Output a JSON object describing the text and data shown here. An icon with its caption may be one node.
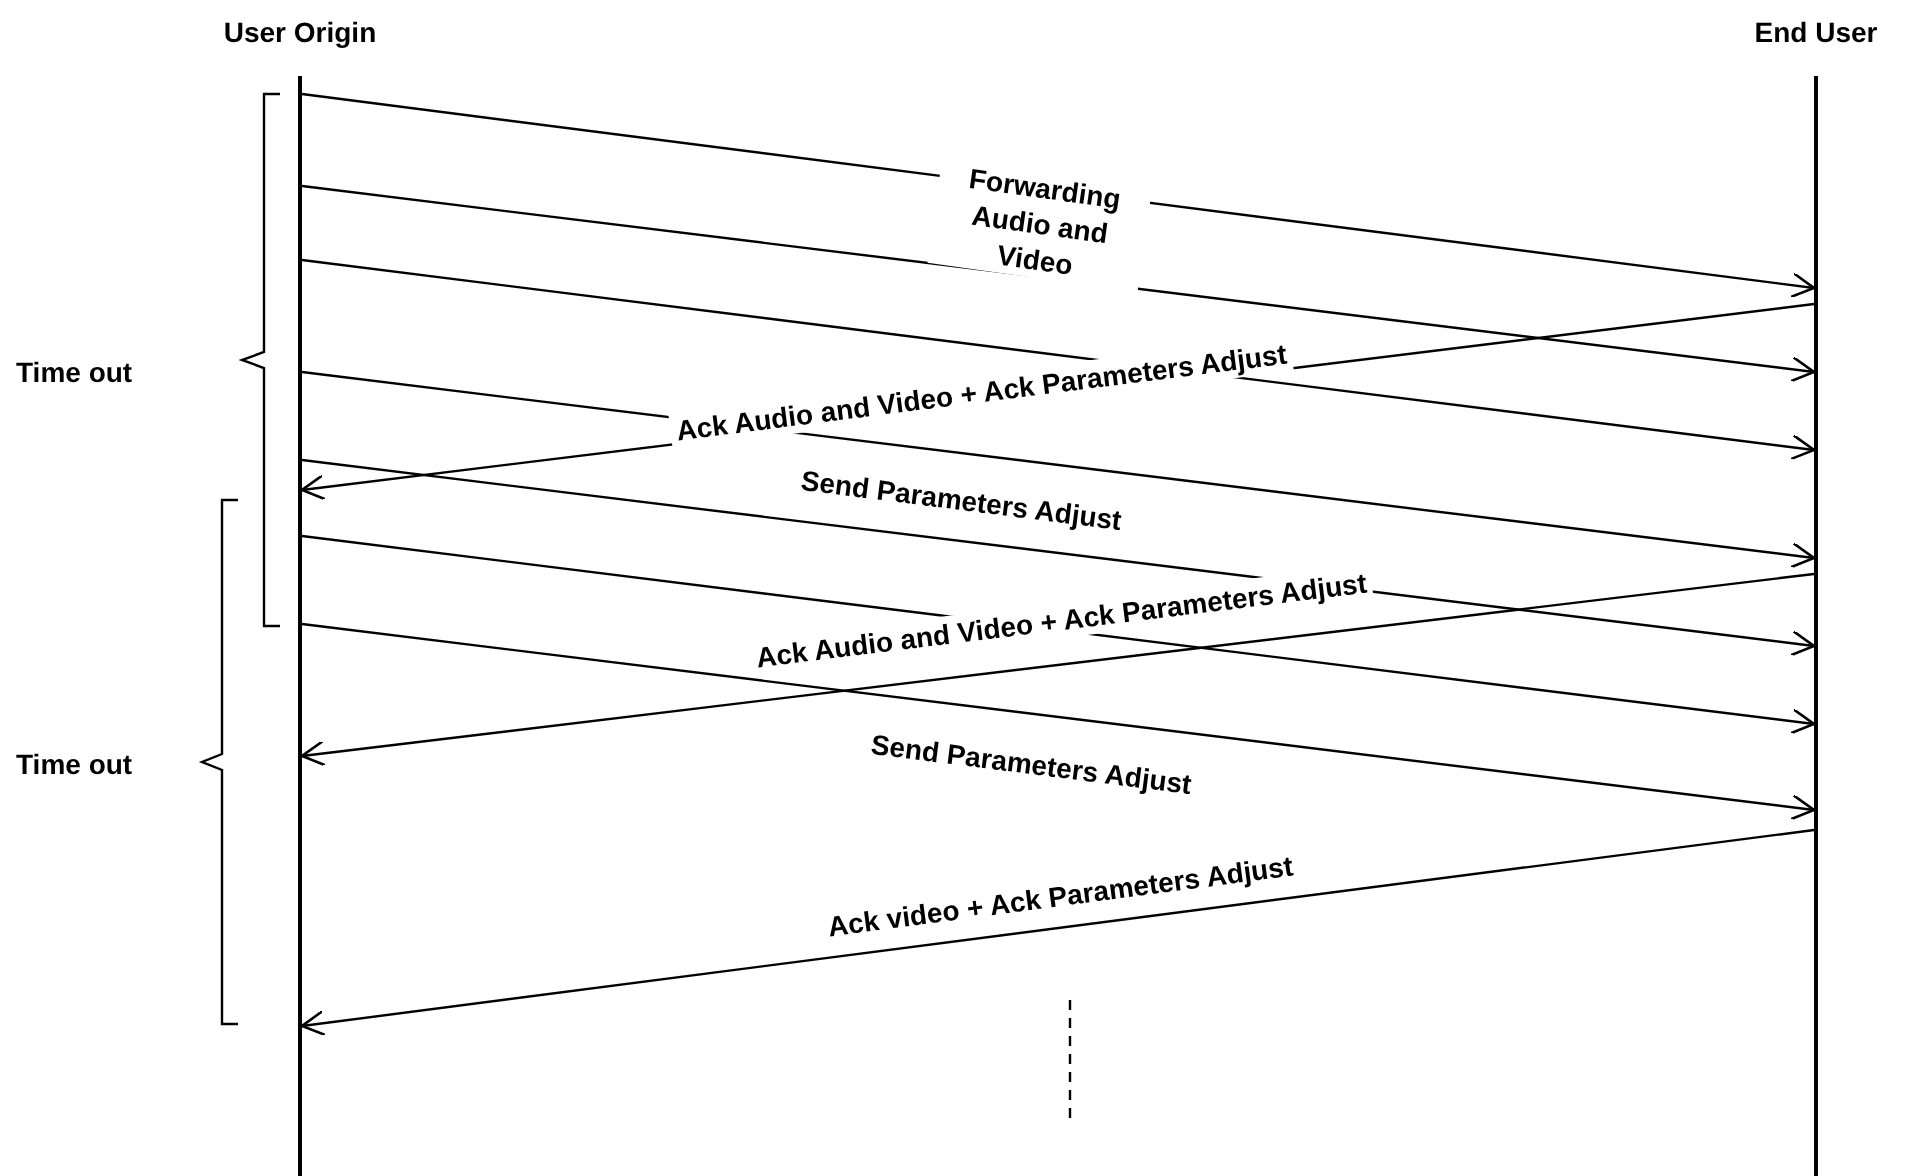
{
  "diagram": {
    "nodes": [
      {
        "text": [
          "User Origin"
        ]
      },
      {
        "text": [
          "End User"
        ]
      }
    ],
    "edges": [
      {
        "from": 0,
        "to": 1,
        "arrow": "to",
        "label": "Forwarding Audio and Video"
      },
      {
        "from": 0,
        "to": 1,
        "arrow": "to"
      },
      {
        "from": 0,
        "to": 1,
        "arrow": "to"
      },
      {
        "from": 1,
        "to": 0,
        "arrow": "to",
        "label": "Ack  Audio and Video + Ack Parameters  Adjust"
      },
      {
        "from": 0,
        "to": 1,
        "arrow": "to",
        "label": "Send Parameters  Adjust"
      },
      {
        "from": 0,
        "to": 1,
        "arrow": "to"
      },
      {
        "from": 0,
        "to": 1,
        "arrow": "to"
      },
      {
        "from": 1,
        "to": 0,
        "arrow": "to",
        "label": "Ack  Audio and Video + Ack Parameters  Adjust"
      },
      {
        "from": 0,
        "to": 1,
        "arrow": "to",
        "label": "Send Parameters  Adjust"
      },
      {
        "from": 1,
        "to": 0,
        "arrow": "to",
        "label": "Ack video + Ack Parameters  Adjust"
      }
    ],
    "labels": [
      "Time out",
      "Time out"
    ]
  }
}
